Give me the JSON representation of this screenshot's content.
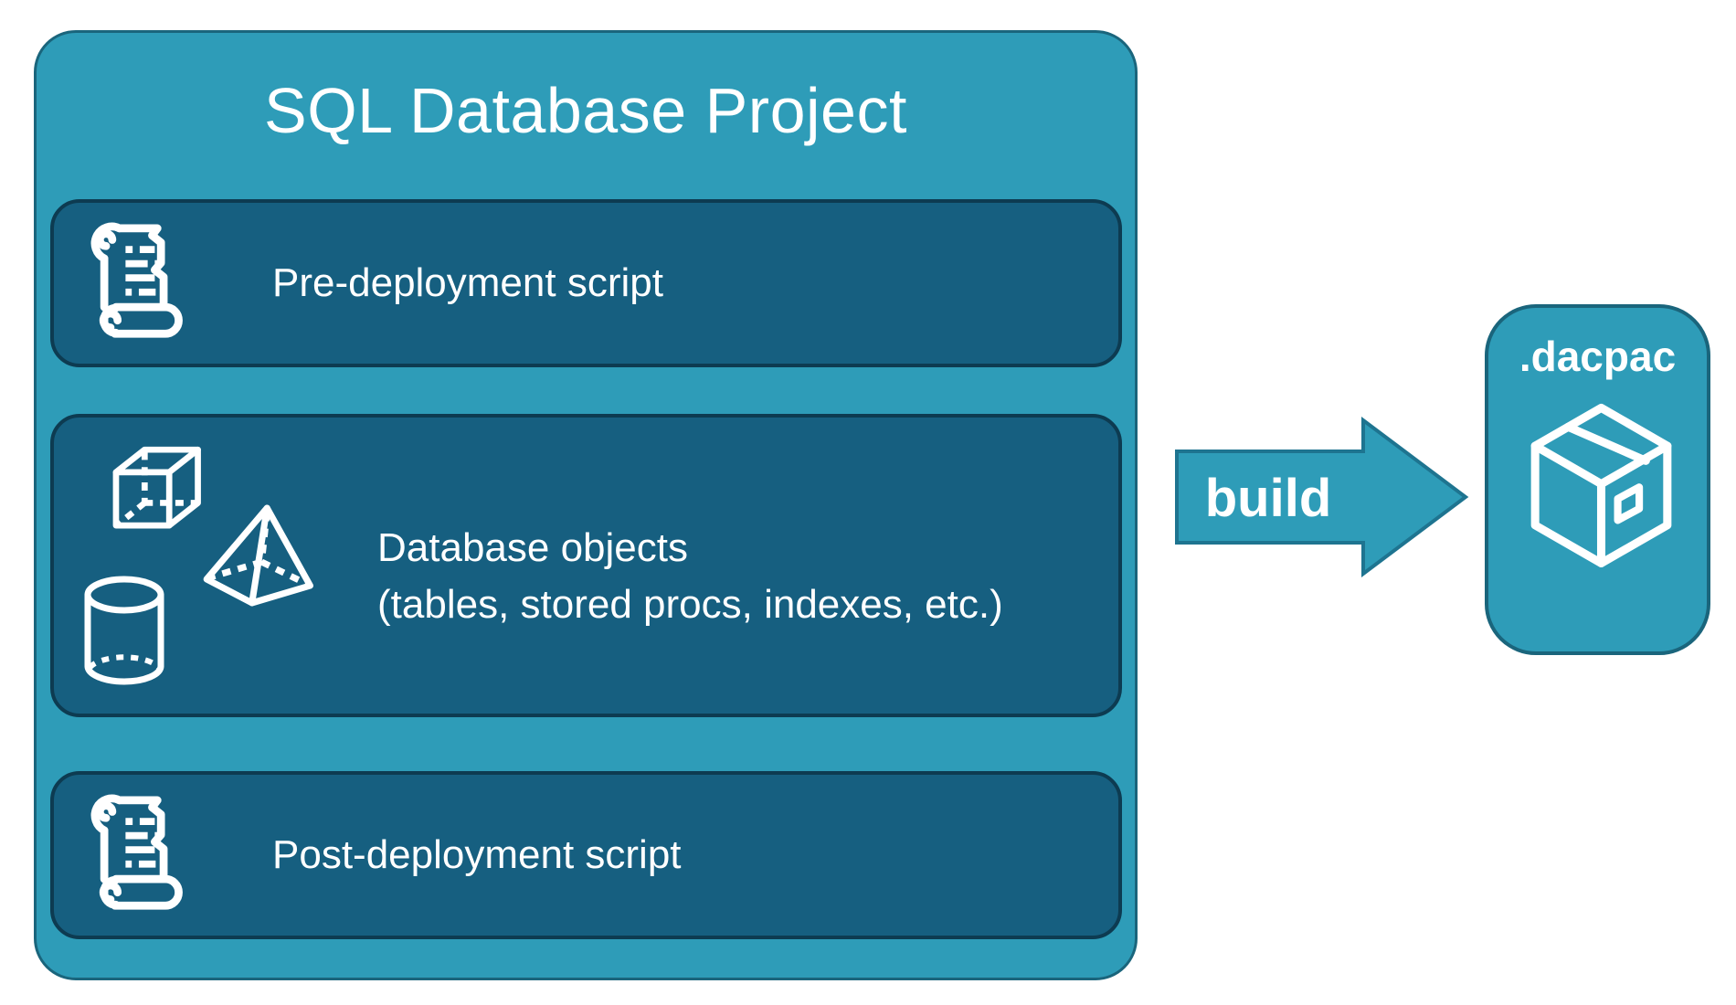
{
  "colors": {
    "background": "#ffffff",
    "container_fill": "#2E9CB8",
    "container_border": "#1A657C",
    "item_fill": "#165F80",
    "item_border": "#0D3B51",
    "arrow_fill": "#2E9CB8",
    "arrow_border": "#1E7490",
    "text": "#ffffff"
  },
  "project": {
    "title": "SQL Database Project",
    "items": [
      {
        "icon": "scroll-icon",
        "label": "Pre-deployment script"
      },
      {
        "icons": [
          "cube-icon",
          "pyramid-icon",
          "cylinder-icon"
        ],
        "label": "Database objects",
        "sublabel": "(tables, stored procs, indexes, etc.)"
      },
      {
        "icon": "scroll-icon",
        "label": "Post-deployment script"
      }
    ]
  },
  "build_arrow": {
    "icon": "arrow-right-shape",
    "label": "build"
  },
  "artifact": {
    "icon": "package-icon",
    "label": ".dacpac"
  }
}
